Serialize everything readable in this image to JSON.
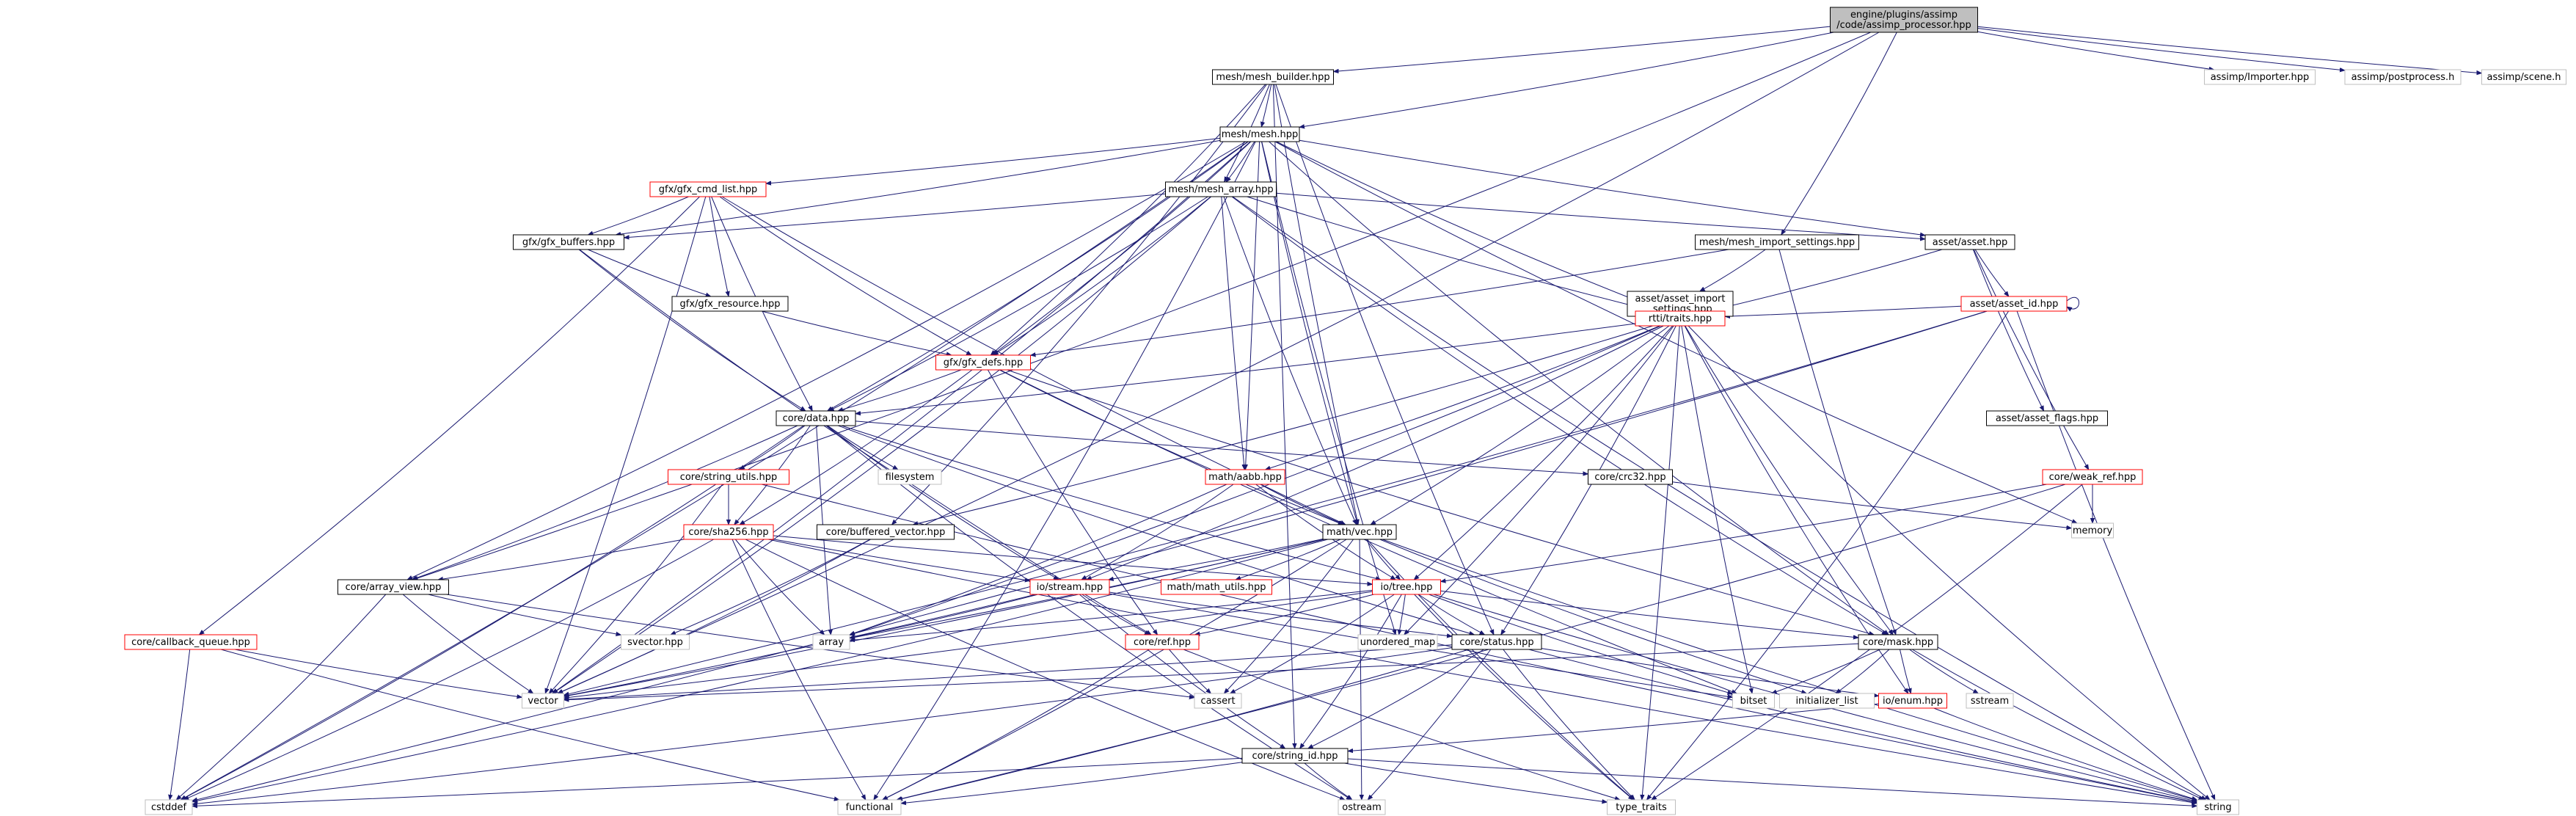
{
  "diagram": {
    "colors": {
      "edge": "#191970",
      "box_border": "#000000",
      "ext_border": "#bfbfbf",
      "err_border": "#ff0000",
      "root_fill": "#bfbfbf",
      "fill": "#ffffff",
      "text": "#000000"
    },
    "nodes": [
      {
        "id": "root",
        "label": [
          "engine/plugins/assimp",
          "/code/assimp_processor.hpp"
        ],
        "style": "root"
      },
      {
        "id": "mesh_builder",
        "label": [
          "mesh/mesh_builder.hpp"
        ],
        "style": "normal"
      },
      {
        "id": "assimp_importer",
        "label": [
          "assimp/Importer.hpp"
        ],
        "style": "external"
      },
      {
        "id": "assimp_postprocess",
        "label": [
          "assimp/postprocess.h"
        ],
        "style": "external"
      },
      {
        "id": "assimp_scene",
        "label": [
          "assimp/scene.h"
        ],
        "style": "external"
      },
      {
        "id": "mesh",
        "label": [
          "mesh/mesh.hpp"
        ],
        "style": "normal"
      },
      {
        "id": "gfx_cmd_list",
        "label": [
          "gfx/gfx_cmd_list.hpp"
        ],
        "style": "error"
      },
      {
        "id": "mesh_array",
        "label": [
          "mesh/mesh_array.hpp"
        ],
        "style": "normal"
      },
      {
        "id": "gfx_buffers",
        "label": [
          "gfx/gfx_buffers.hpp"
        ],
        "style": "normal"
      },
      {
        "id": "gfx_resource",
        "label": [
          "gfx/gfx_resource.hpp"
        ],
        "style": "normal"
      },
      {
        "id": "mesh_import_settings",
        "label": [
          "mesh/mesh_import_settings.hpp"
        ],
        "style": "normal"
      },
      {
        "id": "asset_import_settings",
        "label": [
          "asset/asset_import",
          "_settings.hpp"
        ],
        "style": "normal"
      },
      {
        "id": "asset",
        "label": [
          "asset/asset.hpp"
        ],
        "style": "normal"
      },
      {
        "id": "asset_id",
        "label": [
          "asset/asset_id.hpp"
        ],
        "style": "error"
      },
      {
        "id": "gfx_defs",
        "label": [
          "gfx/gfx_defs.hpp"
        ],
        "style": "error"
      },
      {
        "id": "rtti_traits",
        "label": [
          "rtti/traits.hpp"
        ],
        "style": "error"
      },
      {
        "id": "core_data",
        "label": [
          "core/data.hpp"
        ],
        "style": "normal"
      },
      {
        "id": "asset_flags",
        "label": [
          "asset/asset_flags.hpp"
        ],
        "style": "normal"
      },
      {
        "id": "filesystem",
        "label": [
          "filesystem"
        ],
        "style": "external"
      },
      {
        "id": "core_crc32",
        "label": [
          "core/crc32.hpp"
        ],
        "style": "normal"
      },
      {
        "id": "core_string_utils",
        "label": [
          "core/string_utils.hpp"
        ],
        "style": "error"
      },
      {
        "id": "math_aabb",
        "label": [
          "math/aabb.hpp"
        ],
        "style": "error"
      },
      {
        "id": "core_weak_ref",
        "label": [
          "core/weak_ref.hpp"
        ],
        "style": "error"
      },
      {
        "id": "memory",
        "label": [
          "memory"
        ],
        "style": "external"
      },
      {
        "id": "core_sha256",
        "label": [
          "core/sha256.hpp"
        ],
        "style": "error"
      },
      {
        "id": "core_buffered_vector",
        "label": [
          "core/buffered_vector.hpp"
        ],
        "style": "normal"
      },
      {
        "id": "math_vec",
        "label": [
          "math/vec.hpp"
        ],
        "style": "normal"
      },
      {
        "id": "core_array_view",
        "label": [
          "core/array_view.hpp"
        ],
        "style": "normal"
      },
      {
        "id": "io_stream",
        "label": [
          "io/stream.hpp"
        ],
        "style": "error"
      },
      {
        "id": "math_utils",
        "label": [
          "math/math_utils.hpp"
        ],
        "style": "error"
      },
      {
        "id": "io_tree",
        "label": [
          "io/tree.hpp"
        ],
        "style": "error"
      },
      {
        "id": "core_callback_queue",
        "label": [
          "core/callback_queue.hpp"
        ],
        "style": "error"
      },
      {
        "id": "svector",
        "label": [
          "svector.hpp"
        ],
        "style": "external"
      },
      {
        "id": "array",
        "label": [
          "array"
        ],
        "style": "external"
      },
      {
        "id": "unordered_map",
        "label": [
          "unordered_map"
        ],
        "style": "external"
      },
      {
        "id": "core_ref",
        "label": [
          "core/ref.hpp"
        ],
        "style": "error"
      },
      {
        "id": "core_status",
        "label": [
          "core/status.hpp"
        ],
        "style": "normal"
      },
      {
        "id": "core_mask",
        "label": [
          "core/mask.hpp"
        ],
        "style": "normal"
      },
      {
        "id": "vector",
        "label": [
          "vector"
        ],
        "style": "external"
      },
      {
        "id": "cassert",
        "label": [
          "cassert"
        ],
        "style": "external"
      },
      {
        "id": "bitset",
        "label": [
          "bitset"
        ],
        "style": "external"
      },
      {
        "id": "initializer_list",
        "label": [
          "initializer_list"
        ],
        "style": "external"
      },
      {
        "id": "io_enum",
        "label": [
          "io/enum.hpp"
        ],
        "style": "error"
      },
      {
        "id": "sstream",
        "label": [
          "sstream"
        ],
        "style": "external"
      },
      {
        "id": "core_string_id",
        "label": [
          "core/string_id.hpp"
        ],
        "style": "normal"
      },
      {
        "id": "cstddef",
        "label": [
          "cstddef"
        ],
        "style": "external"
      },
      {
        "id": "functional",
        "label": [
          "functional"
        ],
        "style": "external"
      },
      {
        "id": "ostream",
        "label": [
          "ostream"
        ],
        "style": "external"
      },
      {
        "id": "type_traits",
        "label": [
          "type_traits"
        ],
        "style": "external"
      },
      {
        "id": "string",
        "label": [
          "string"
        ],
        "style": "external"
      }
    ],
    "edges": [
      [
        "root",
        "mesh_builder"
      ],
      [
        "root",
        "assimp_importer"
      ],
      [
        "root",
        "assimp_postprocess"
      ],
      [
        "root",
        "assimp_scene"
      ],
      [
        "root",
        "mesh"
      ],
      [
        "root",
        "mesh_import_settings"
      ],
      [
        "root",
        "core_array_view"
      ],
      [
        "root",
        "vector"
      ],
      [
        "mesh_builder",
        "mesh"
      ],
      [
        "mesh_builder",
        "mesh_array"
      ],
      [
        "mesh_builder",
        "gfx_defs"
      ],
      [
        "mesh_builder",
        "math_vec"
      ],
      [
        "mesh_builder",
        "core_status"
      ],
      [
        "mesh_builder",
        "core_buffered_vector"
      ],
      [
        "mesh_builder",
        "core_string_id"
      ],
      [
        "mesh",
        "gfx_cmd_list"
      ],
      [
        "mesh",
        "mesh_array"
      ],
      [
        "mesh",
        "gfx_buffers"
      ],
      [
        "mesh",
        "gfx_defs"
      ],
      [
        "mesh",
        "core_data"
      ],
      [
        "mesh",
        "math_aabb"
      ],
      [
        "mesh",
        "math_vec"
      ],
      [
        "mesh",
        "asset"
      ],
      [
        "mesh",
        "rtti_traits"
      ],
      [
        "mesh",
        "core_mask"
      ],
      [
        "mesh",
        "memory"
      ],
      [
        "mesh",
        "core_array_view"
      ],
      [
        "mesh",
        "functional"
      ],
      [
        "mesh",
        "cstddef"
      ],
      [
        "mesh",
        "vector"
      ],
      [
        "mesh",
        "unordered_map"
      ],
      [
        "gfx_cmd_list",
        "gfx_buffers"
      ],
      [
        "gfx_cmd_list",
        "gfx_resource"
      ],
      [
        "gfx_cmd_list",
        "gfx_defs"
      ],
      [
        "gfx_cmd_list",
        "core_data"
      ],
      [
        "gfx_cmd_list",
        "core_callback_queue"
      ],
      [
        "gfx_cmd_list",
        "vector"
      ],
      [
        "gfx_cmd_list",
        "math_vec"
      ],
      [
        "mesh_array",
        "gfx_buffers"
      ],
      [
        "mesh_array",
        "gfx_defs"
      ],
      [
        "mesh_array",
        "core_data"
      ],
      [
        "mesh_array",
        "math_aabb"
      ],
      [
        "mesh_array",
        "math_vec"
      ],
      [
        "mesh_array",
        "rtti_traits"
      ],
      [
        "mesh_array",
        "asset"
      ],
      [
        "mesh_array",
        "core_mask"
      ],
      [
        "mesh_array",
        "vector"
      ],
      [
        "mesh_array",
        "string"
      ],
      [
        "gfx_buffers",
        "gfx_resource"
      ],
      [
        "gfx_buffers",
        "core_data"
      ],
      [
        "gfx_buffers",
        "core_ref"
      ],
      [
        "gfx_resource",
        "gfx_defs"
      ],
      [
        "mesh_import_settings",
        "asset_import_settings"
      ],
      [
        "mesh_import_settings",
        "gfx_defs"
      ],
      [
        "mesh_import_settings",
        "core_mask"
      ],
      [
        "asset_import_settings",
        "rtti_traits"
      ],
      [
        "asset",
        "asset_id"
      ],
      [
        "asset",
        "rtti_traits"
      ],
      [
        "asset",
        "asset_flags"
      ],
      [
        "asset",
        "core_weak_ref"
      ],
      [
        "asset_id",
        "asset_id"
      ],
      [
        "asset_id",
        "rtti_traits"
      ],
      [
        "asset_id",
        "string"
      ],
      [
        "asset_id",
        "cstddef"
      ],
      [
        "asset_id",
        "type_traits"
      ],
      [
        "asset_id",
        "vector"
      ],
      [
        "gfx_defs",
        "core_data"
      ],
      [
        "gfx_defs",
        "math_vec"
      ],
      [
        "gfx_defs",
        "core_mask"
      ],
      [
        "gfx_defs",
        "core_ref"
      ],
      [
        "gfx_defs",
        "core_sha256"
      ],
      [
        "gfx_defs",
        "bitset"
      ],
      [
        "rtti_traits",
        "core_data"
      ],
      [
        "rtti_traits",
        "math_aabb"
      ],
      [
        "rtti_traits",
        "math_vec"
      ],
      [
        "rtti_traits",
        "io_stream"
      ],
      [
        "rtti_traits",
        "io_tree"
      ],
      [
        "rtti_traits",
        "core_buffered_vector"
      ],
      [
        "rtti_traits",
        "core_status"
      ],
      [
        "rtti_traits",
        "core_mask"
      ],
      [
        "rtti_traits",
        "io_enum"
      ],
      [
        "rtti_traits",
        "bitset"
      ],
      [
        "rtti_traits",
        "string"
      ],
      [
        "rtti_traits",
        "type_traits"
      ],
      [
        "rtti_traits",
        "unordered_map"
      ],
      [
        "rtti_traits",
        "array"
      ],
      [
        "core_data",
        "filesystem"
      ],
      [
        "core_data",
        "core_crc32"
      ],
      [
        "core_data",
        "core_string_utils"
      ],
      [
        "core_data",
        "core_sha256"
      ],
      [
        "core_data",
        "io_stream"
      ],
      [
        "core_data",
        "io_tree"
      ],
      [
        "core_data",
        "core_array_view"
      ],
      [
        "core_data",
        "array"
      ],
      [
        "core_data",
        "cstddef"
      ],
      [
        "core_data",
        "ostream"
      ],
      [
        "core_data",
        "core_status"
      ],
      [
        "core_crc32",
        "memory"
      ],
      [
        "core_string_utils",
        "core_sha256"
      ],
      [
        "core_string_utils",
        "vector"
      ],
      [
        "core_string_utils",
        "string"
      ],
      [
        "math_aabb",
        "math_vec"
      ],
      [
        "math_aabb",
        "io_tree"
      ],
      [
        "math_aabb",
        "io_stream"
      ],
      [
        "math_aabb",
        "array"
      ],
      [
        "core_weak_ref",
        "memory"
      ],
      [
        "core_weak_ref",
        "io_tree"
      ],
      [
        "core_weak_ref",
        "type_traits"
      ],
      [
        "core_weak_ref",
        "functional"
      ],
      [
        "core_sha256",
        "core_array_view"
      ],
      [
        "core_sha256",
        "io_stream"
      ],
      [
        "core_sha256",
        "io_tree"
      ],
      [
        "core_sha256",
        "array"
      ],
      [
        "core_sha256",
        "string"
      ],
      [
        "core_sha256",
        "cstddef"
      ],
      [
        "core_sha256",
        "functional"
      ],
      [
        "core_sha256",
        "ostream"
      ],
      [
        "core_buffered_vector",
        "svector"
      ],
      [
        "core_buffered_vector",
        "vector"
      ],
      [
        "math_vec",
        "math_utils"
      ],
      [
        "math_vec",
        "io_stream"
      ],
      [
        "math_vec",
        "io_tree"
      ],
      [
        "math_vec",
        "array"
      ],
      [
        "math_vec",
        "cassert"
      ],
      [
        "math_vec",
        "initializer_list"
      ],
      [
        "math_vec",
        "type_traits"
      ],
      [
        "math_vec",
        "ostream"
      ],
      [
        "math_vec",
        "functional"
      ],
      [
        "math_vec",
        "string"
      ],
      [
        "math_vec",
        "vector"
      ],
      [
        "math_vec",
        "cstddef"
      ],
      [
        "core_array_view",
        "svector"
      ],
      [
        "core_array_view",
        "vector"
      ],
      [
        "core_array_view",
        "cassert"
      ],
      [
        "core_array_view",
        "cstddef"
      ],
      [
        "io_stream",
        "core_ref"
      ],
      [
        "io_stream",
        "core_string_id"
      ],
      [
        "io_stream",
        "array"
      ],
      [
        "io_stream",
        "vector"
      ],
      [
        "io_stream",
        "core_status"
      ],
      [
        "io_stream",
        "bitset"
      ],
      [
        "io_tree",
        "core_ref"
      ],
      [
        "io_tree",
        "core_status"
      ],
      [
        "io_tree",
        "core_mask"
      ],
      [
        "io_tree",
        "unordered_map"
      ],
      [
        "io_tree",
        "array"
      ],
      [
        "io_tree",
        "vector"
      ],
      [
        "io_tree",
        "cassert"
      ],
      [
        "io_tree",
        "core_string_id"
      ],
      [
        "io_tree",
        "bitset"
      ],
      [
        "io_tree",
        "type_traits"
      ],
      [
        "io_tree",
        "string"
      ],
      [
        "core_callback_queue",
        "functional"
      ],
      [
        "core_callback_queue",
        "vector"
      ],
      [
        "core_callback_queue",
        "cstddef"
      ],
      [
        "core_ref",
        "cassert"
      ],
      [
        "core_ref",
        "functional"
      ],
      [
        "core_ref",
        "type_traits"
      ],
      [
        "core_status",
        "core_string_id"
      ],
      [
        "core_status",
        "io_enum"
      ],
      [
        "core_status",
        "vector"
      ],
      [
        "core_status",
        "string"
      ],
      [
        "core_status",
        "cstddef"
      ],
      [
        "core_status",
        "functional"
      ],
      [
        "core_status",
        "ostream"
      ],
      [
        "core_status",
        "type_traits"
      ],
      [
        "core_mask",
        "bitset"
      ],
      [
        "core_mask",
        "initializer_list"
      ],
      [
        "core_mask",
        "io_enum"
      ],
      [
        "core_mask",
        "sstream"
      ],
      [
        "core_mask",
        "string"
      ],
      [
        "core_mask",
        "vector"
      ],
      [
        "io_enum",
        "core_string_id"
      ],
      [
        "io_enum",
        "string"
      ],
      [
        "core_string_id",
        "cstddef"
      ],
      [
        "core_string_id",
        "functional"
      ],
      [
        "core_string_id",
        "ostream"
      ],
      [
        "core_string_id",
        "type_traits"
      ],
      [
        "core_string_id",
        "string"
      ]
    ]
  }
}
